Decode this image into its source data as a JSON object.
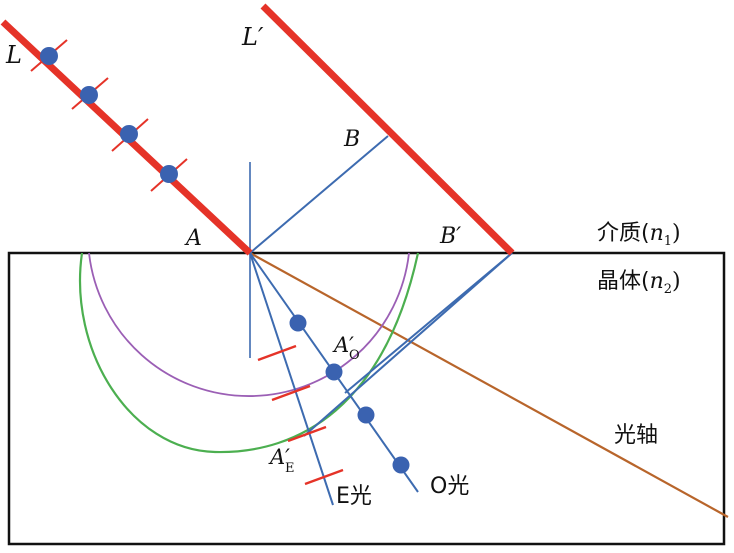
{
  "labels": {
    "L": "L",
    "L_prime": "L′",
    "A": "A",
    "B": "B",
    "B_prime": "B′",
    "A_O_prime": "A′",
    "A_O_sub": "O",
    "A_E_prime": "A′",
    "A_E_sub": "E",
    "medium": "介质(",
    "medium_n": "n",
    "medium_sub": "1",
    "medium_close": ")",
    "crystal": "晶体(",
    "crystal_n": "n",
    "crystal_sub": "2",
    "crystal_close": ")",
    "optic_axis": "光轴",
    "e_ray": "E光",
    "o_ray": "O光"
  },
  "colors": {
    "incident_beam": "#e53328",
    "wavefront_blue": "#3d6bb0",
    "o_circle": "#9b5fb5",
    "e_ellipse": "#4caf50",
    "optic_axis": "#b8652b",
    "dot": "#3a62b0",
    "box": "#111111"
  }
}
